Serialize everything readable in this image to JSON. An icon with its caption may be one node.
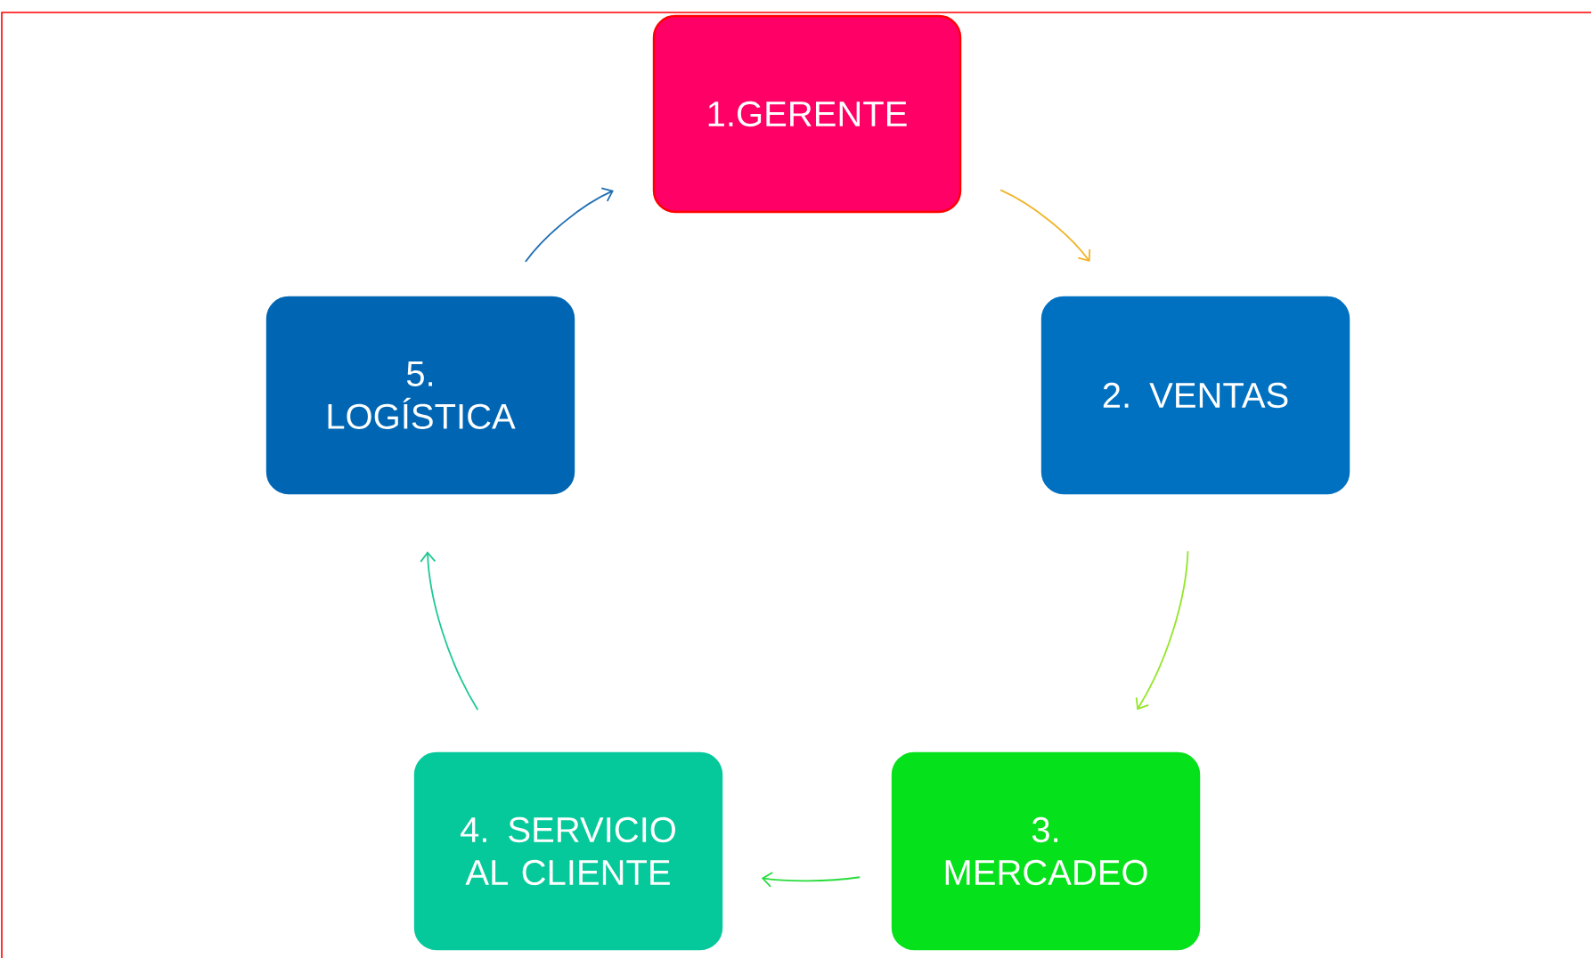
{
  "diagram": {
    "nodes": [
      {
        "text": [
          "1.GERENTE"
        ]
      },
      {
        "text": [
          "2. VENTAS"
        ]
      },
      {
        "text": [
          "3. MERCADEO"
        ]
      },
      {
        "text": [
          "4. SERVICIO AL CLIENTE"
        ]
      },
      {
        "text": [
          "5. LOGÍSTICA"
        ]
      }
    ],
    "edges": [
      {
        "from": 0,
        "to": 1,
        "arrow": "to",
        "color": "#f0b428"
      },
      {
        "from": 1,
        "to": 2,
        "arrow": "to",
        "color": "#94e628"
      },
      {
        "from": 2,
        "to": 3,
        "arrow": "to",
        "color": "#28dc3c"
      },
      {
        "from": 3,
        "to": 4,
        "arrow": "to",
        "color": "#1ec896"
      },
      {
        "from": 4,
        "to": 0,
        "arrow": "to",
        "color": "#1e6eb4"
      }
    ]
  }
}
